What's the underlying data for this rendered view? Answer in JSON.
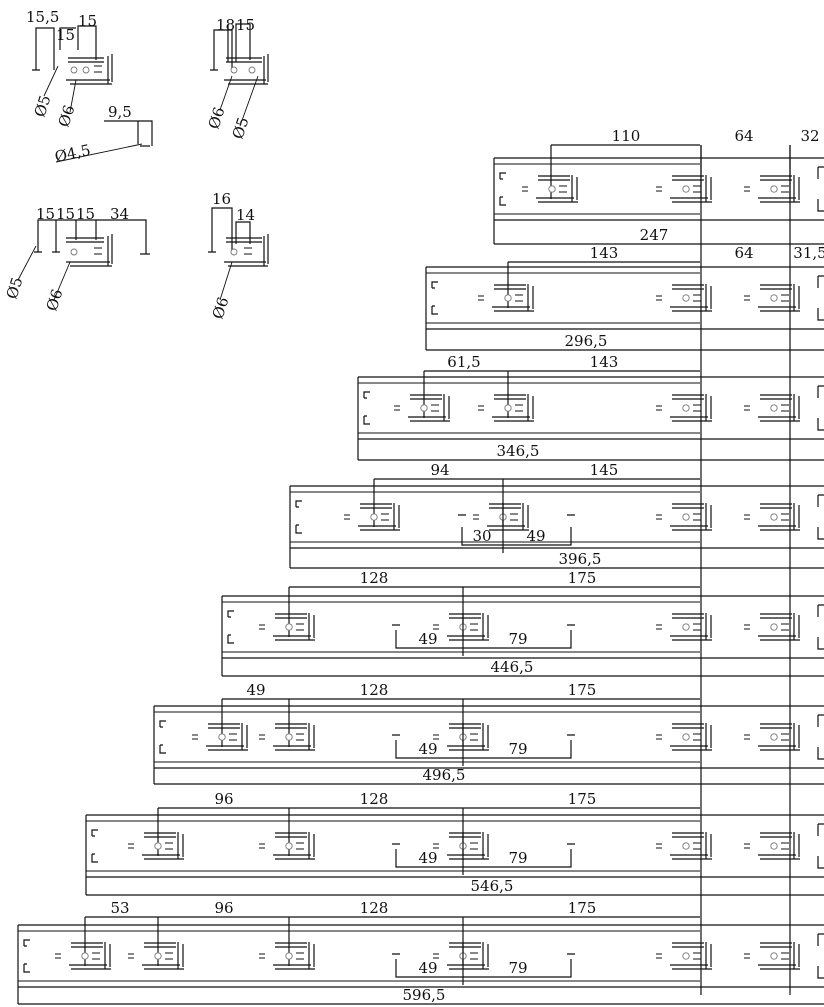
{
  "details": [
    {
      "name": "detail-a",
      "dims": [
        "15,5",
        "15",
        "15"
      ],
      "dias": [
        "Ø5",
        "Ø6"
      ]
    },
    {
      "name": "detail-b",
      "dims": [
        "18",
        "15"
      ],
      "dias": [
        "Ø6",
        "Ø5"
      ]
    },
    {
      "name": "detail-c",
      "dims": [
        "9,5"
      ],
      "dias": [
        "Ø4,5"
      ]
    },
    {
      "name": "detail-d",
      "dims": [
        "15",
        "15",
        "15",
        "34"
      ],
      "dias": [
        "Ø5",
        "Ø6"
      ]
    },
    {
      "name": "detail-e",
      "dims": [
        "16",
        "14"
      ],
      "dias": [
        "Ø6"
      ]
    }
  ],
  "rails": [
    {
      "length": "247",
      "top_dims": [
        "110",
        "64",
        "32"
      ],
      "inner_dims": []
    },
    {
      "length": "296,5",
      "top_dims": [
        "143",
        "64",
        "31,5"
      ],
      "inner_dims": []
    },
    {
      "length": "346,5",
      "top_dims": [
        "61,5",
        "143"
      ],
      "inner_dims": []
    },
    {
      "length": "396,5",
      "top_dims": [
        "94",
        "145"
      ],
      "inner_dims": [
        "30",
        "49"
      ]
    },
    {
      "length": "446,5",
      "top_dims": [
        "128",
        "175"
      ],
      "inner_dims": [
        "49",
        "79"
      ]
    },
    {
      "length": "496,5",
      "top_dims": [
        "49",
        "128",
        "175"
      ],
      "inner_dims": [
        "49",
        "79"
      ]
    },
    {
      "length": "546,5",
      "top_dims": [
        "96",
        "128",
        "175"
      ],
      "inner_dims": [
        "49",
        "79"
      ]
    },
    {
      "length": "596,5",
      "top_dims": [
        "53",
        "96",
        "128",
        "175"
      ],
      "inner_dims": [
        "49",
        "79"
      ]
    }
  ]
}
